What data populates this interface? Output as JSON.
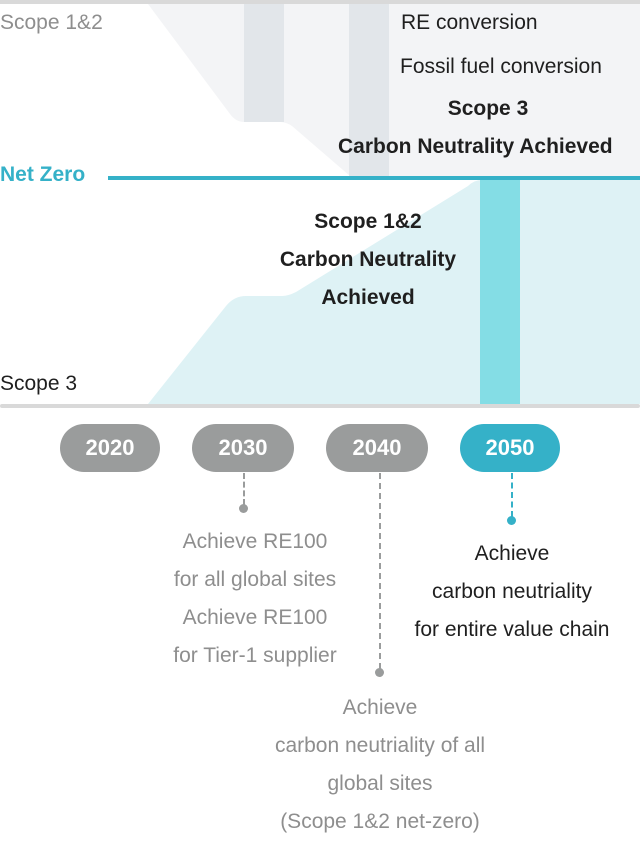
{
  "colors": {
    "top_bar": "#d9d9d9",
    "scope12_area": "#f3f4f6",
    "scope12_band": "#e2e6ea",
    "net_zero": "#35b1c8",
    "scope3_area": "#def2f5",
    "scope3_band": "#84dde5",
    "pill_inactive": "#9a9c9c",
    "pill_active": "#35b1c8"
  },
  "axis_labels": {
    "top": "Scope 1&2",
    "net_zero": "Net Zero",
    "bottom": "Scope 3"
  },
  "upper_annotations": {
    "re_conversion": "RE conversion",
    "fossil_conversion": "Fossil fuel conversion",
    "scope3_title": "Scope 3",
    "scope3_subtitle": "Carbon Neutrality Achieved"
  },
  "lower_annotations": {
    "line1": "Scope 1&2",
    "line2": "Carbon Neutrality",
    "line3": "Achieved"
  },
  "timeline": [
    {
      "year": "2020",
      "active": false
    },
    {
      "year": "2030",
      "active": false,
      "milestone": [
        "Achieve RE100",
        "for all global sites",
        "Achieve RE100",
        "for Tier-1 supplier"
      ]
    },
    {
      "year": "2040",
      "active": false,
      "milestone": [
        "Achieve",
        "carbon neutriality of all",
        "global sites",
        "(Scope 1&2 net-zero)"
      ]
    },
    {
      "year": "2050",
      "active": true,
      "milestone": [
        "Achieve",
        "carbon neutriality",
        "for entire value chain"
      ]
    }
  ]
}
